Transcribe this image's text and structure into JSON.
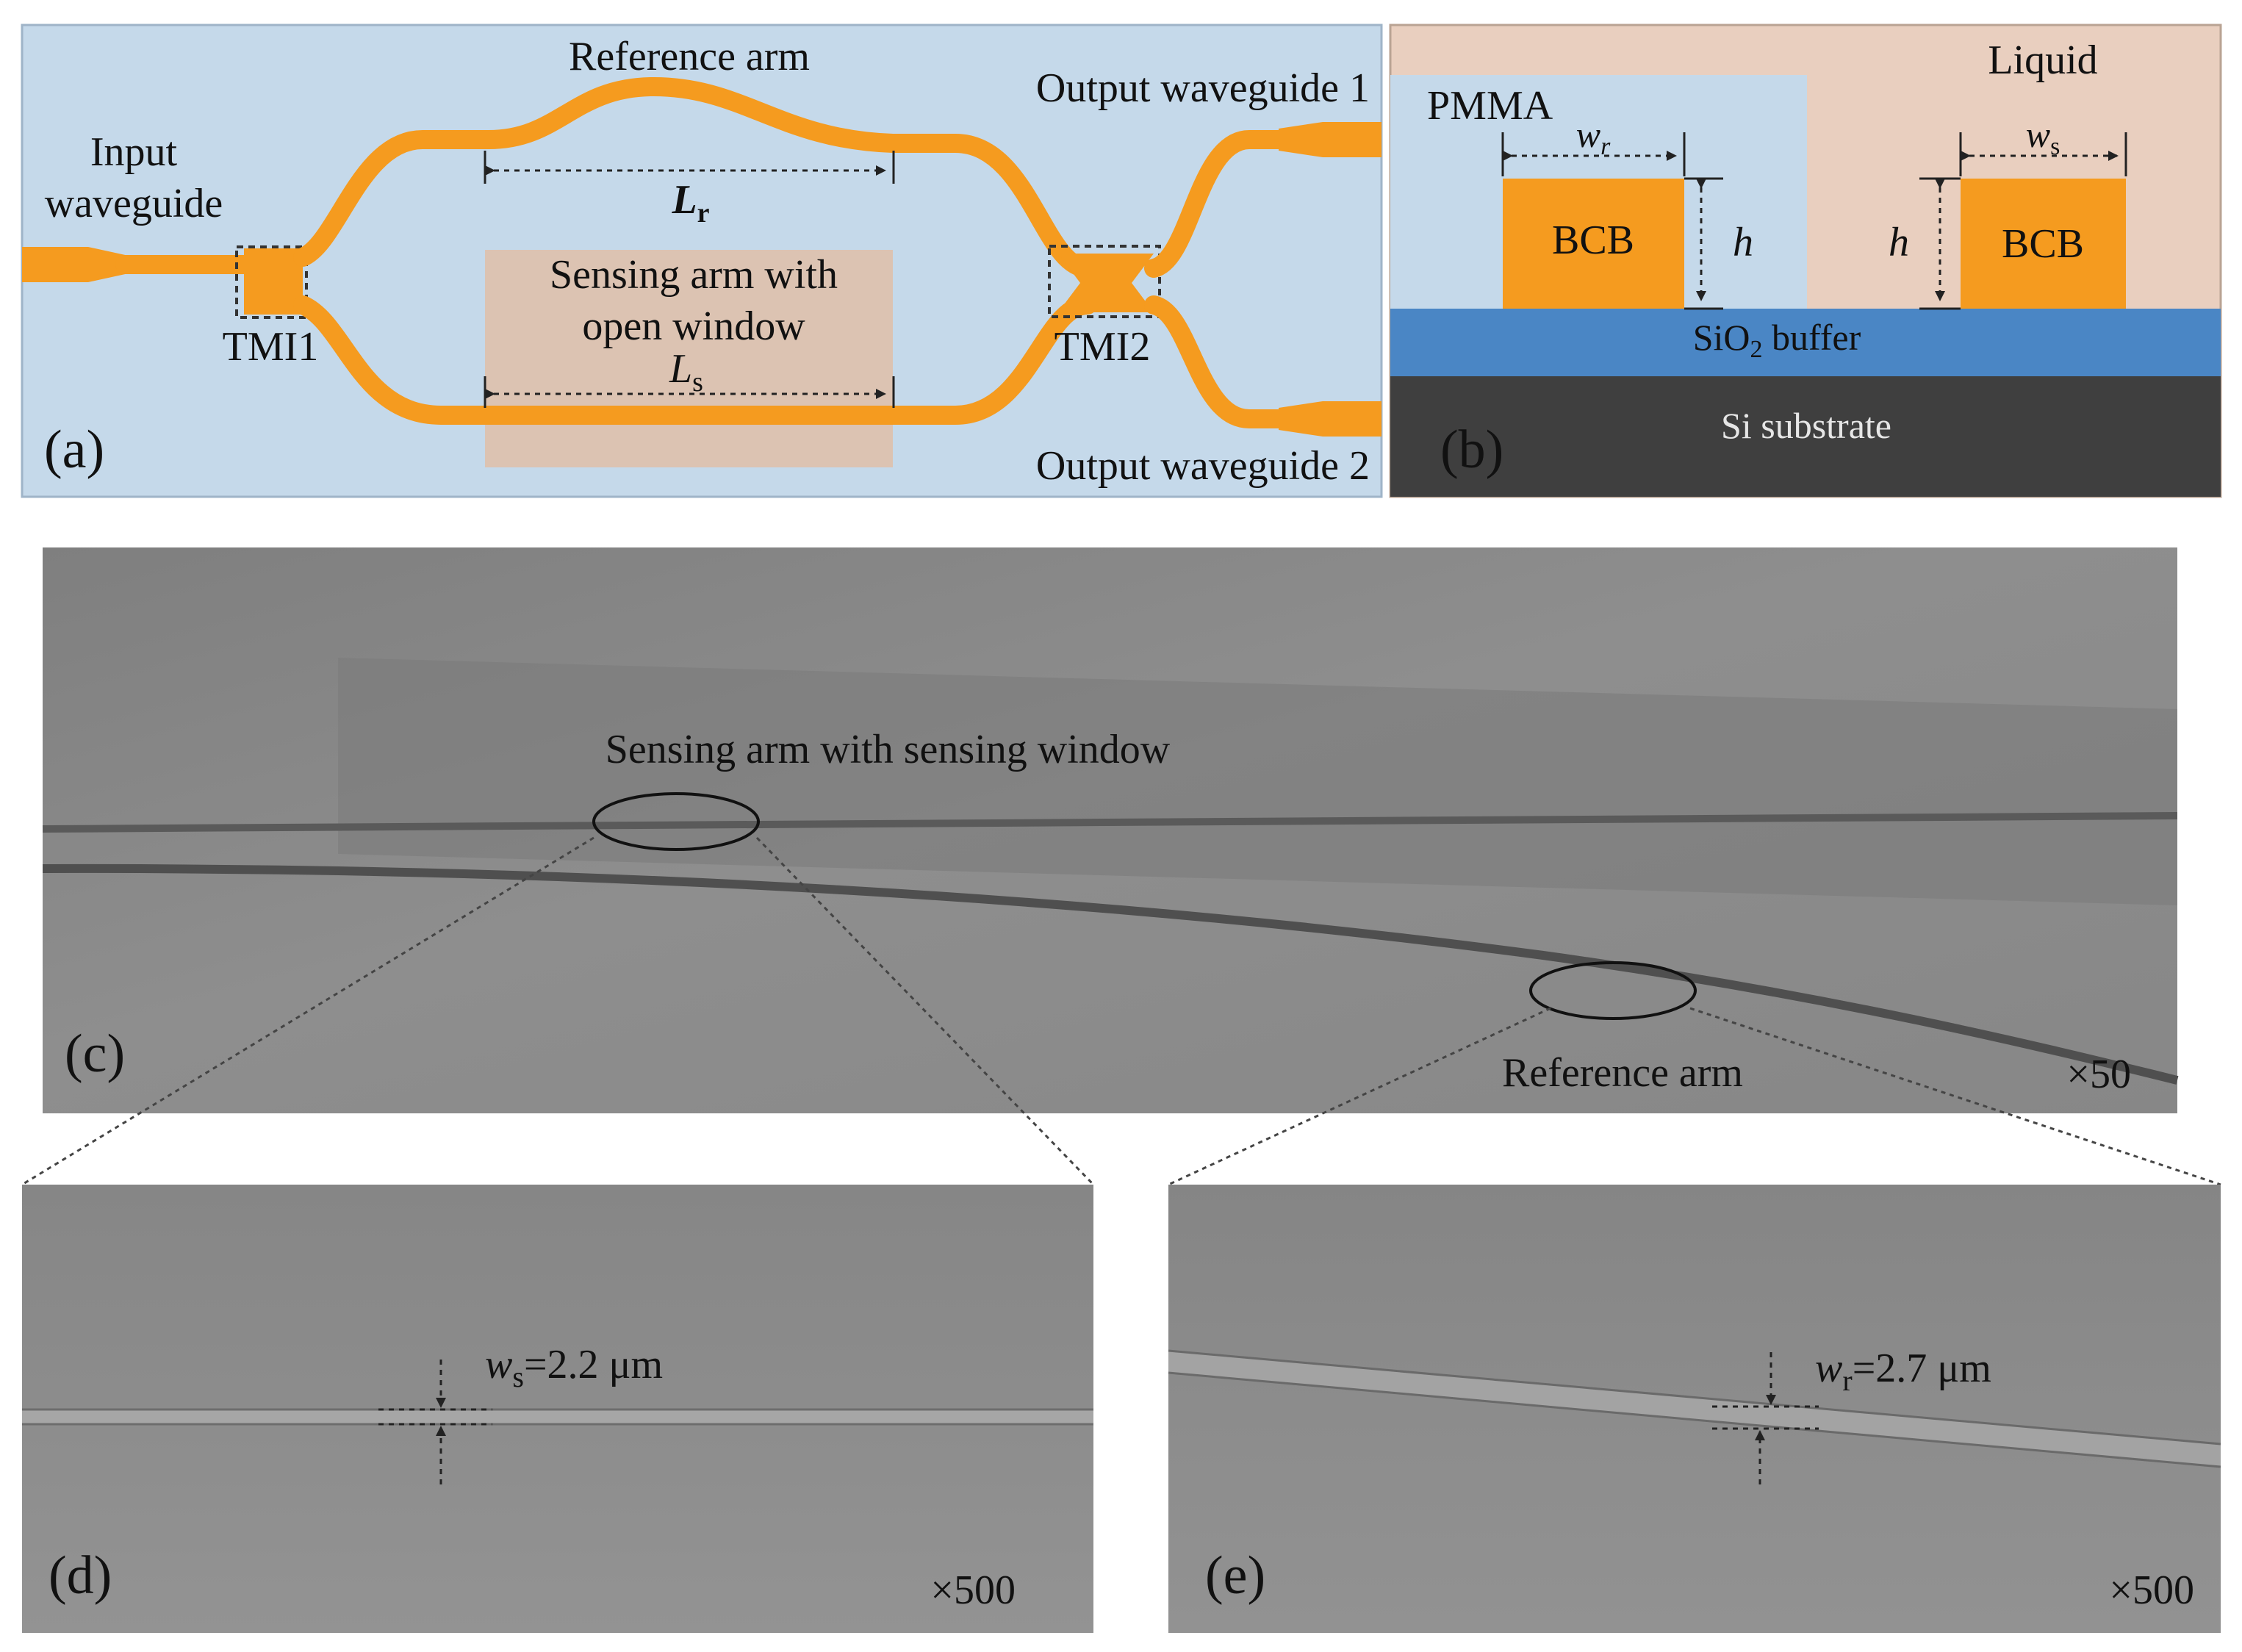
{
  "panel_a": {
    "tag": "(a)",
    "input_waveguide": [
      "Input",
      "waveguide"
    ],
    "reference_arm": "Reference arm",
    "length_ref": {
      "main": "L",
      "sub": "r"
    },
    "sensing_arm": [
      "Sensing arm with",
      "open window"
    ],
    "length_sense": {
      "main": "L",
      "sub": "s"
    },
    "tmi1": "TMI1",
    "tmi2": "TMI2",
    "output_1": "Output waveguide 1",
    "output_2": "Output waveguide 2"
  },
  "panel_b": {
    "tag": "(b)",
    "pmma": "PMMA",
    "liquid": "Liquid",
    "bcb_left": "BCB",
    "bcb_right": "BCB",
    "w_r": {
      "main": "w",
      "sub": "r"
    },
    "w_s": {
      "main": "w",
      "sub": "s"
    },
    "h_left": "h",
    "h_right": "h",
    "buffer": {
      "pre": "SiO",
      "sub": "2",
      "post": " buffer"
    },
    "substrate": "Si substrate"
  },
  "panel_c": {
    "tag": "(c)",
    "sensing_window": "Sensing arm with sensing window",
    "reference_arm": "Reference arm",
    "magnification": "×50"
  },
  "panel_d": {
    "tag": "(d)",
    "width_label": {
      "main": "w",
      "sub": "s",
      "value": "=2.2 μm"
    },
    "magnification": "×500"
  },
  "panel_e": {
    "tag": "(e)",
    "width_label": {
      "main": "w",
      "sub": "r",
      "value": "=2.7 μm"
    },
    "magnification": "×500"
  },
  "colors": {
    "panel_a_bg": "#c5d9ea",
    "waveguide": "#f59b1f",
    "liquid": "#e9cfbf",
    "window": "#dcc3b2",
    "pmma": "#c5d9ea",
    "sio2": "#4a86c5",
    "si": "#3f3f3f",
    "micrograph": "#8c8c8c"
  }
}
